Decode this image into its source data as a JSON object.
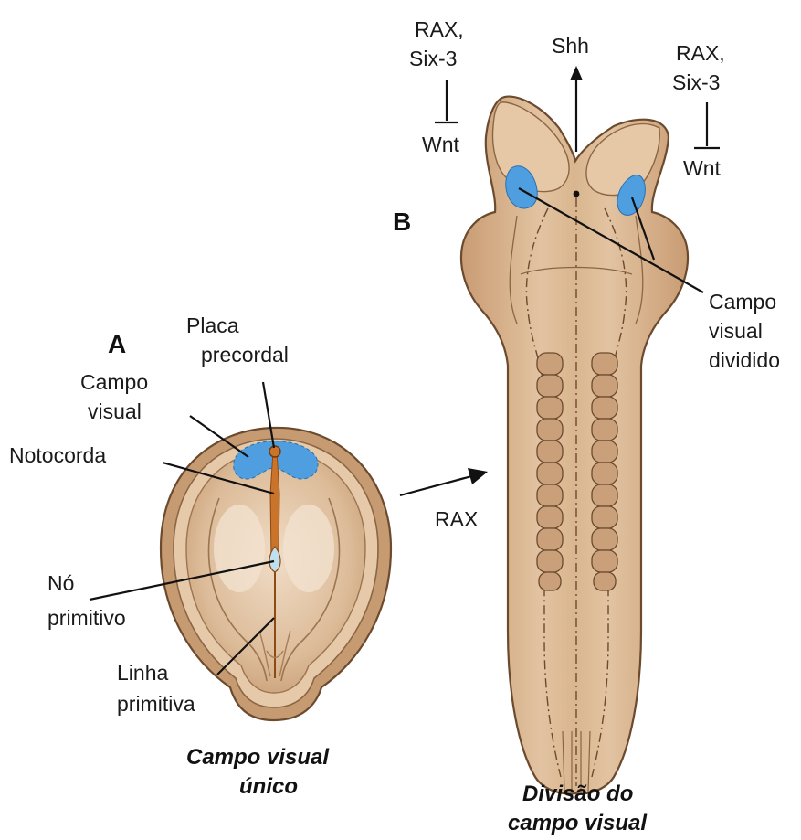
{
  "panel_a": {
    "letter": "A",
    "labels": {
      "placa_line1": "Placa",
      "placa_line2": "precordal",
      "campo_line1": "Campo",
      "campo_line2": "visual",
      "notocorda": "Notocorda",
      "no_line1": "Nó",
      "no_line2": "primitivo",
      "linha_line1": "Linha",
      "linha_line2": "primitiva"
    },
    "caption_line1": "Campo visual",
    "caption_line2": "único"
  },
  "panel_b": {
    "letter": "B",
    "labels": {
      "rax_left_line1": "RAX,",
      "rax_left_line2": "Six-3",
      "wnt_left": "Wnt",
      "shh": "Shh",
      "rax_right_line1": "RAX,",
      "rax_right_line2": "Six-3",
      "wnt_right": "Wnt",
      "campo_line1": "Campo",
      "campo_line2": "visual",
      "campo_line3": "dividido"
    },
    "caption_line1": "Divisão do",
    "caption_line2": "campo visual"
  },
  "transition_label": "RAX",
  "colors": {
    "tissue": "#d7ad86",
    "tissue_dark": "#b98a63",
    "outline": "#6b4a2e",
    "eye_field": "#4f9fe0",
    "notochord": "#c9742a",
    "somite": "#caa07a"
  }
}
